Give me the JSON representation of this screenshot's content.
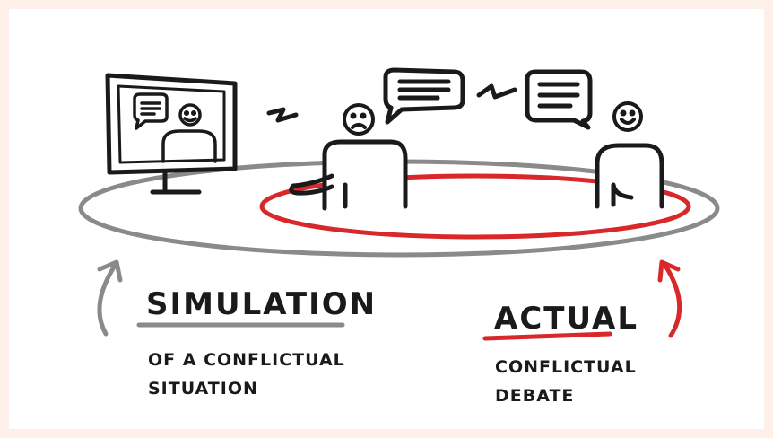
{
  "simulation": {
    "title": "SIMULATION",
    "subtitle_line1": "OF A CONFLICTUAL",
    "subtitle_line2": "SITUATION"
  },
  "actual": {
    "title": "ACTUAL",
    "subtitle_line1": "CONFLICTUAL",
    "subtitle_line2": "DEBATE"
  },
  "colors": {
    "ink": "#1a1a1a",
    "grey": "#8a8a8a",
    "red": "#d8282a",
    "border": "#fdf0e9"
  },
  "icons": [
    "monitor-icon",
    "speech-bubble-icon",
    "smiley-face-icon",
    "sad-face-icon",
    "lightning-icon",
    "person-icon",
    "arrow-up-icon"
  ]
}
